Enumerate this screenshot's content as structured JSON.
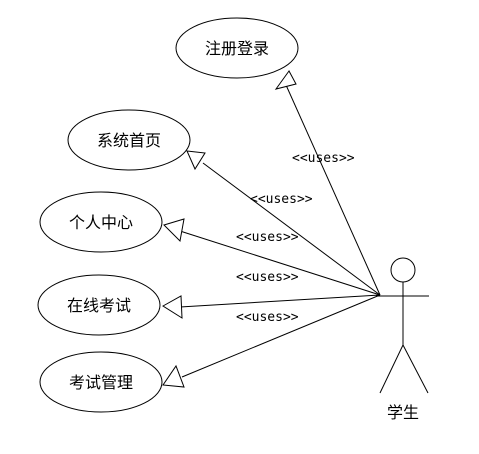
{
  "actor": {
    "name": "学生"
  },
  "use_cases": [
    {
      "label": "注册登录"
    },
    {
      "label": "系统首页"
    },
    {
      "label": "个人中心"
    },
    {
      "label": "在线考试"
    },
    {
      "label": "考试管理"
    }
  ],
  "relations": [
    {
      "label": "<<uses>>"
    },
    {
      "label": "<<uses>>"
    },
    {
      "label": "<<uses>>"
    },
    {
      "label": "<<uses>>"
    },
    {
      "label": "<<uses>>"
    }
  ]
}
